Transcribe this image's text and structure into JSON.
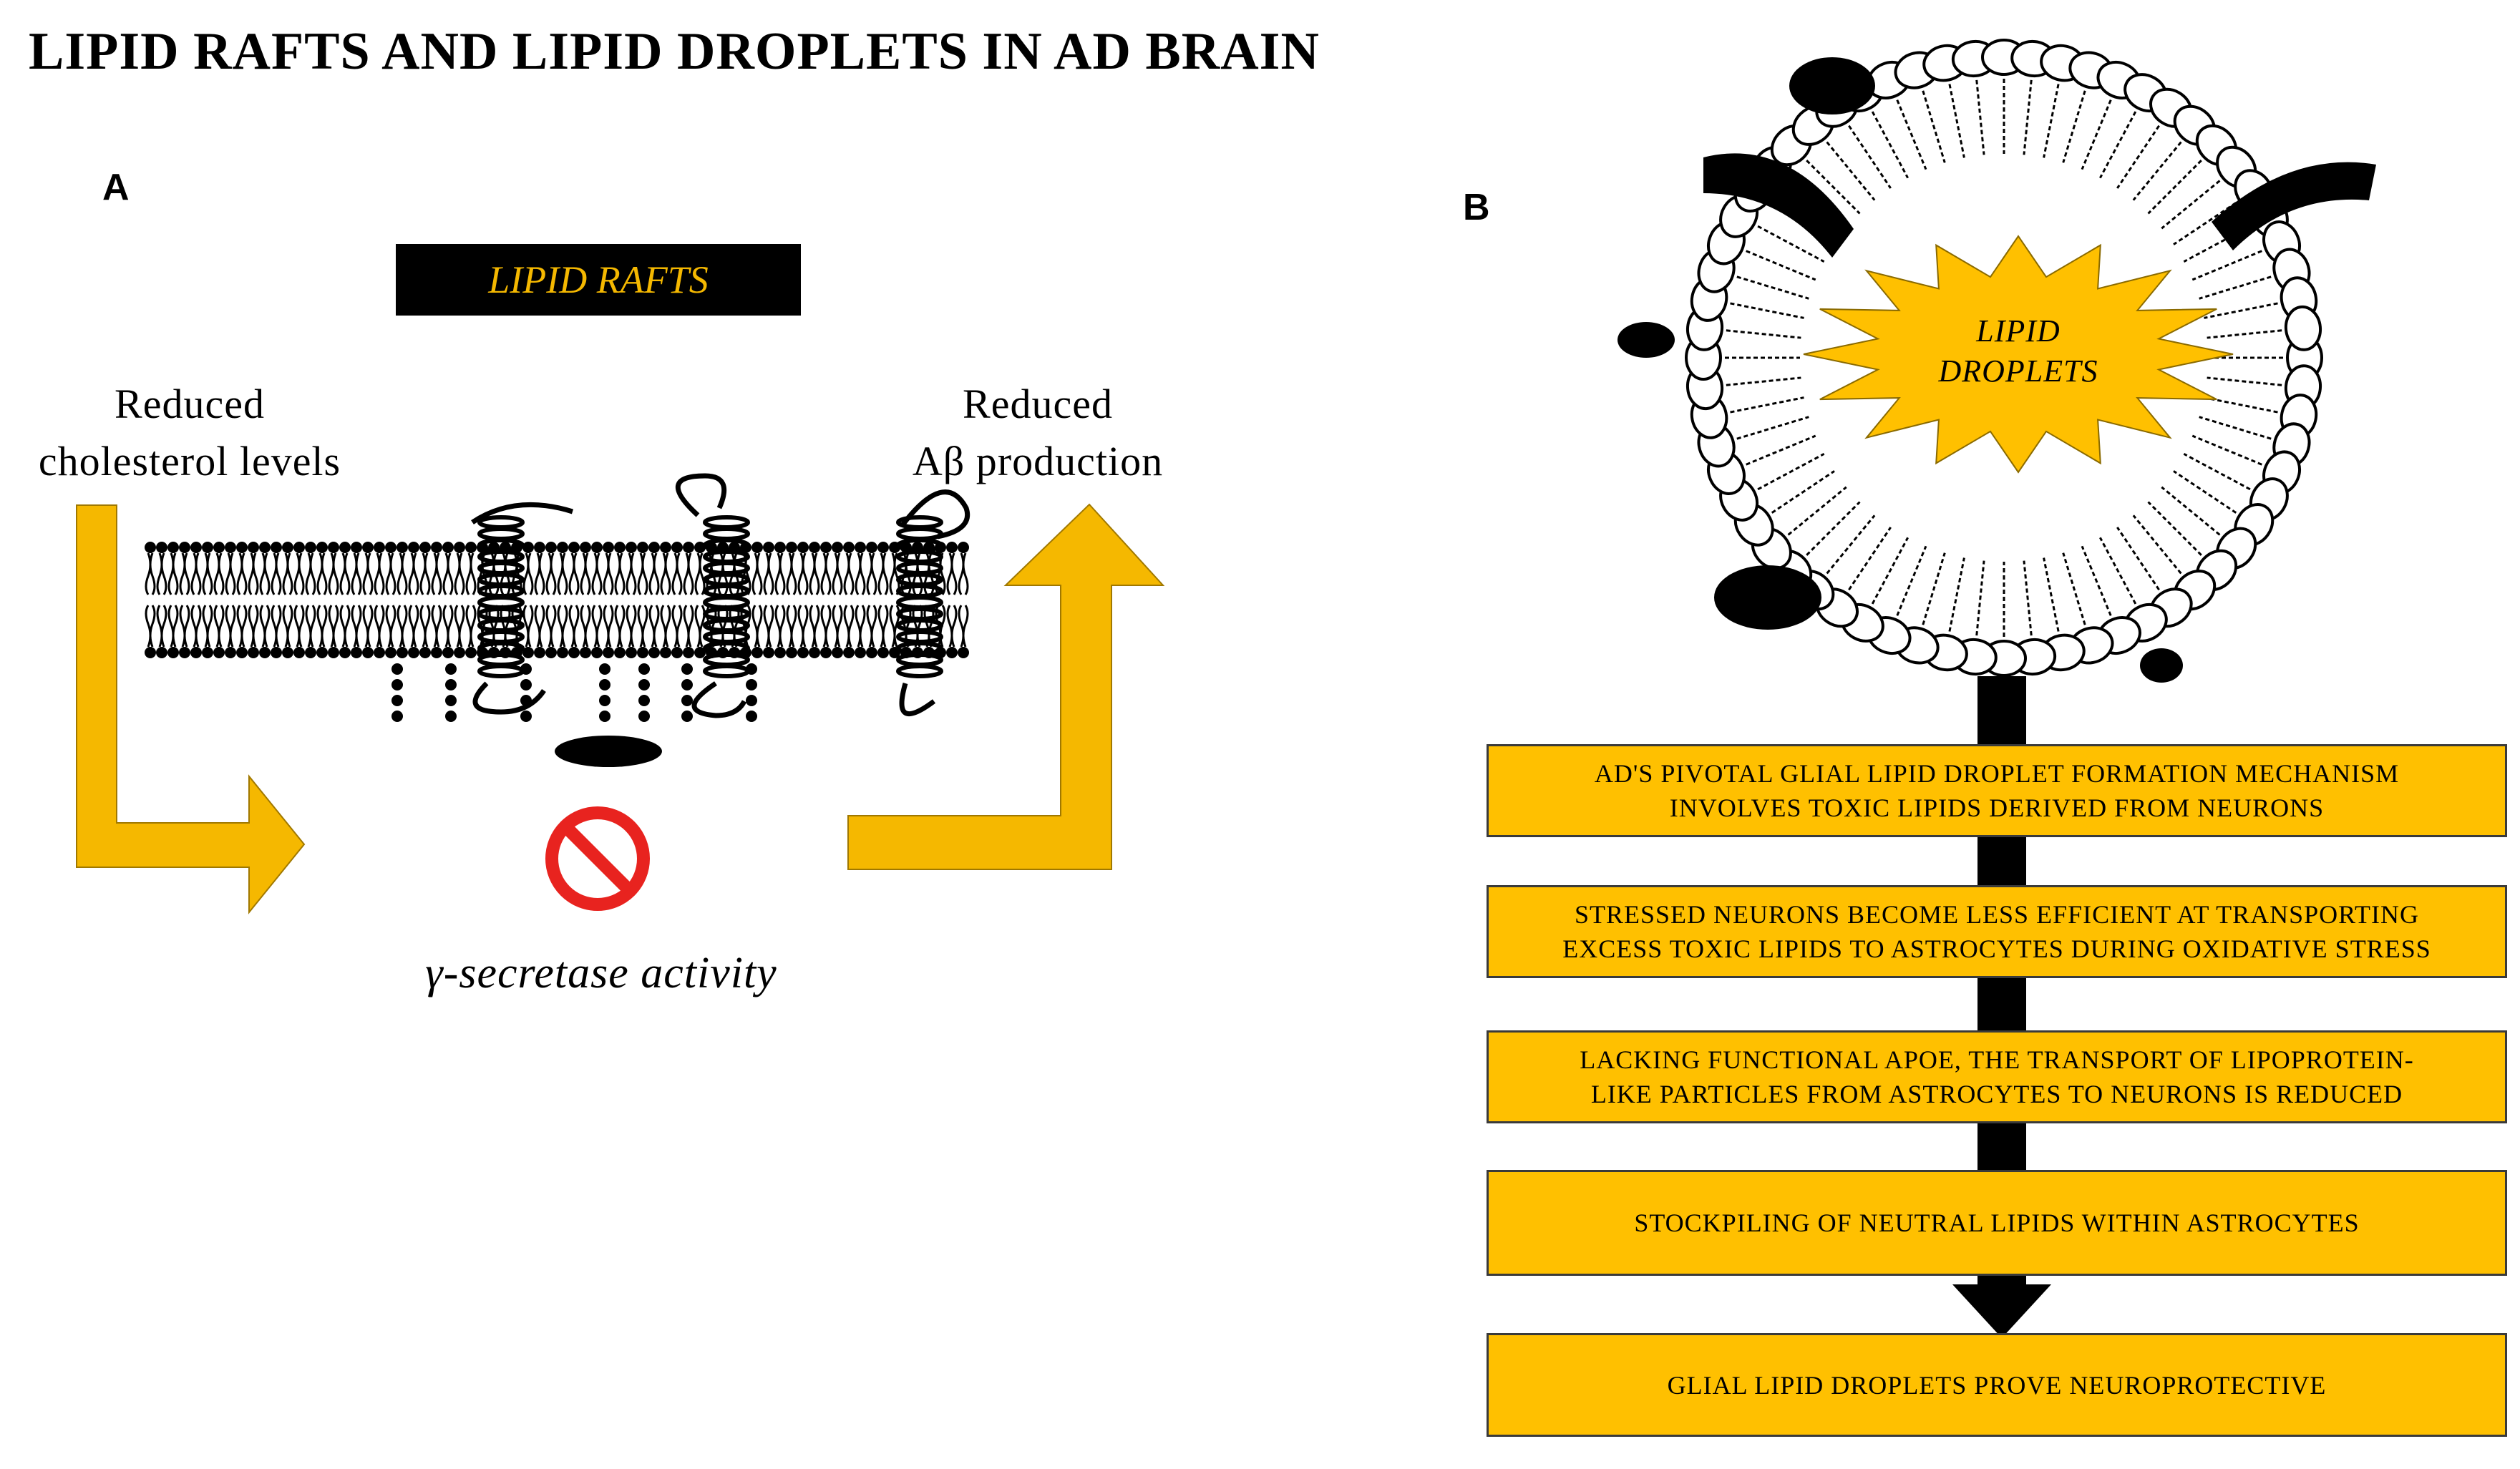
{
  "title": "LIPID RAFTS AND LIPID DROPLETS IN AD BRAIN",
  "panel_a": {
    "label": "A",
    "rafts_label": "LIPID RAFTS",
    "left_text": "Reduced\ncholesterol levels",
    "right_text": "Reduced\nAβ production",
    "enzyme_text": "γ-secretase  activity",
    "icons": [
      "prohibition-icon",
      "arrow-down-right-icon",
      "arrow-up-right-icon"
    ]
  },
  "panel_b": {
    "label": "B",
    "droplet_label": "LIPID\nDROPLETS",
    "steps": [
      "AD'S PIVOTAL GLIAL LIPID DROPLET FORMATION MECHANISM\nINVOLVES TOXIC LIPIDS DERIVED FROM NEURONS",
      "STRESSED NEURONS BECOME LESS EFFICIENT AT TRANSPORTING\nEXCESS TOXIC LIPIDS TO ASTROCYTES DURING OXIDATIVE STRESS",
      "LACKING FUNCTIONAL APOE, THE TRANSPORT OF LIPOPROTEIN-\nLIKE PARTICLES FROM ASTROCYTES TO NEURONS IS REDUCED",
      "STOCKPILING OF NEUTRAL LIPIDS WITHIN ASTROCYTES",
      "GLIAL LIPID DROPLETS PROVE NEUROPROTECTIVE"
    ]
  },
  "colors": {
    "accent": "#ffc000",
    "arrow": "#f5b800",
    "prohibit": "#e8231f",
    "ink": "#000000"
  }
}
